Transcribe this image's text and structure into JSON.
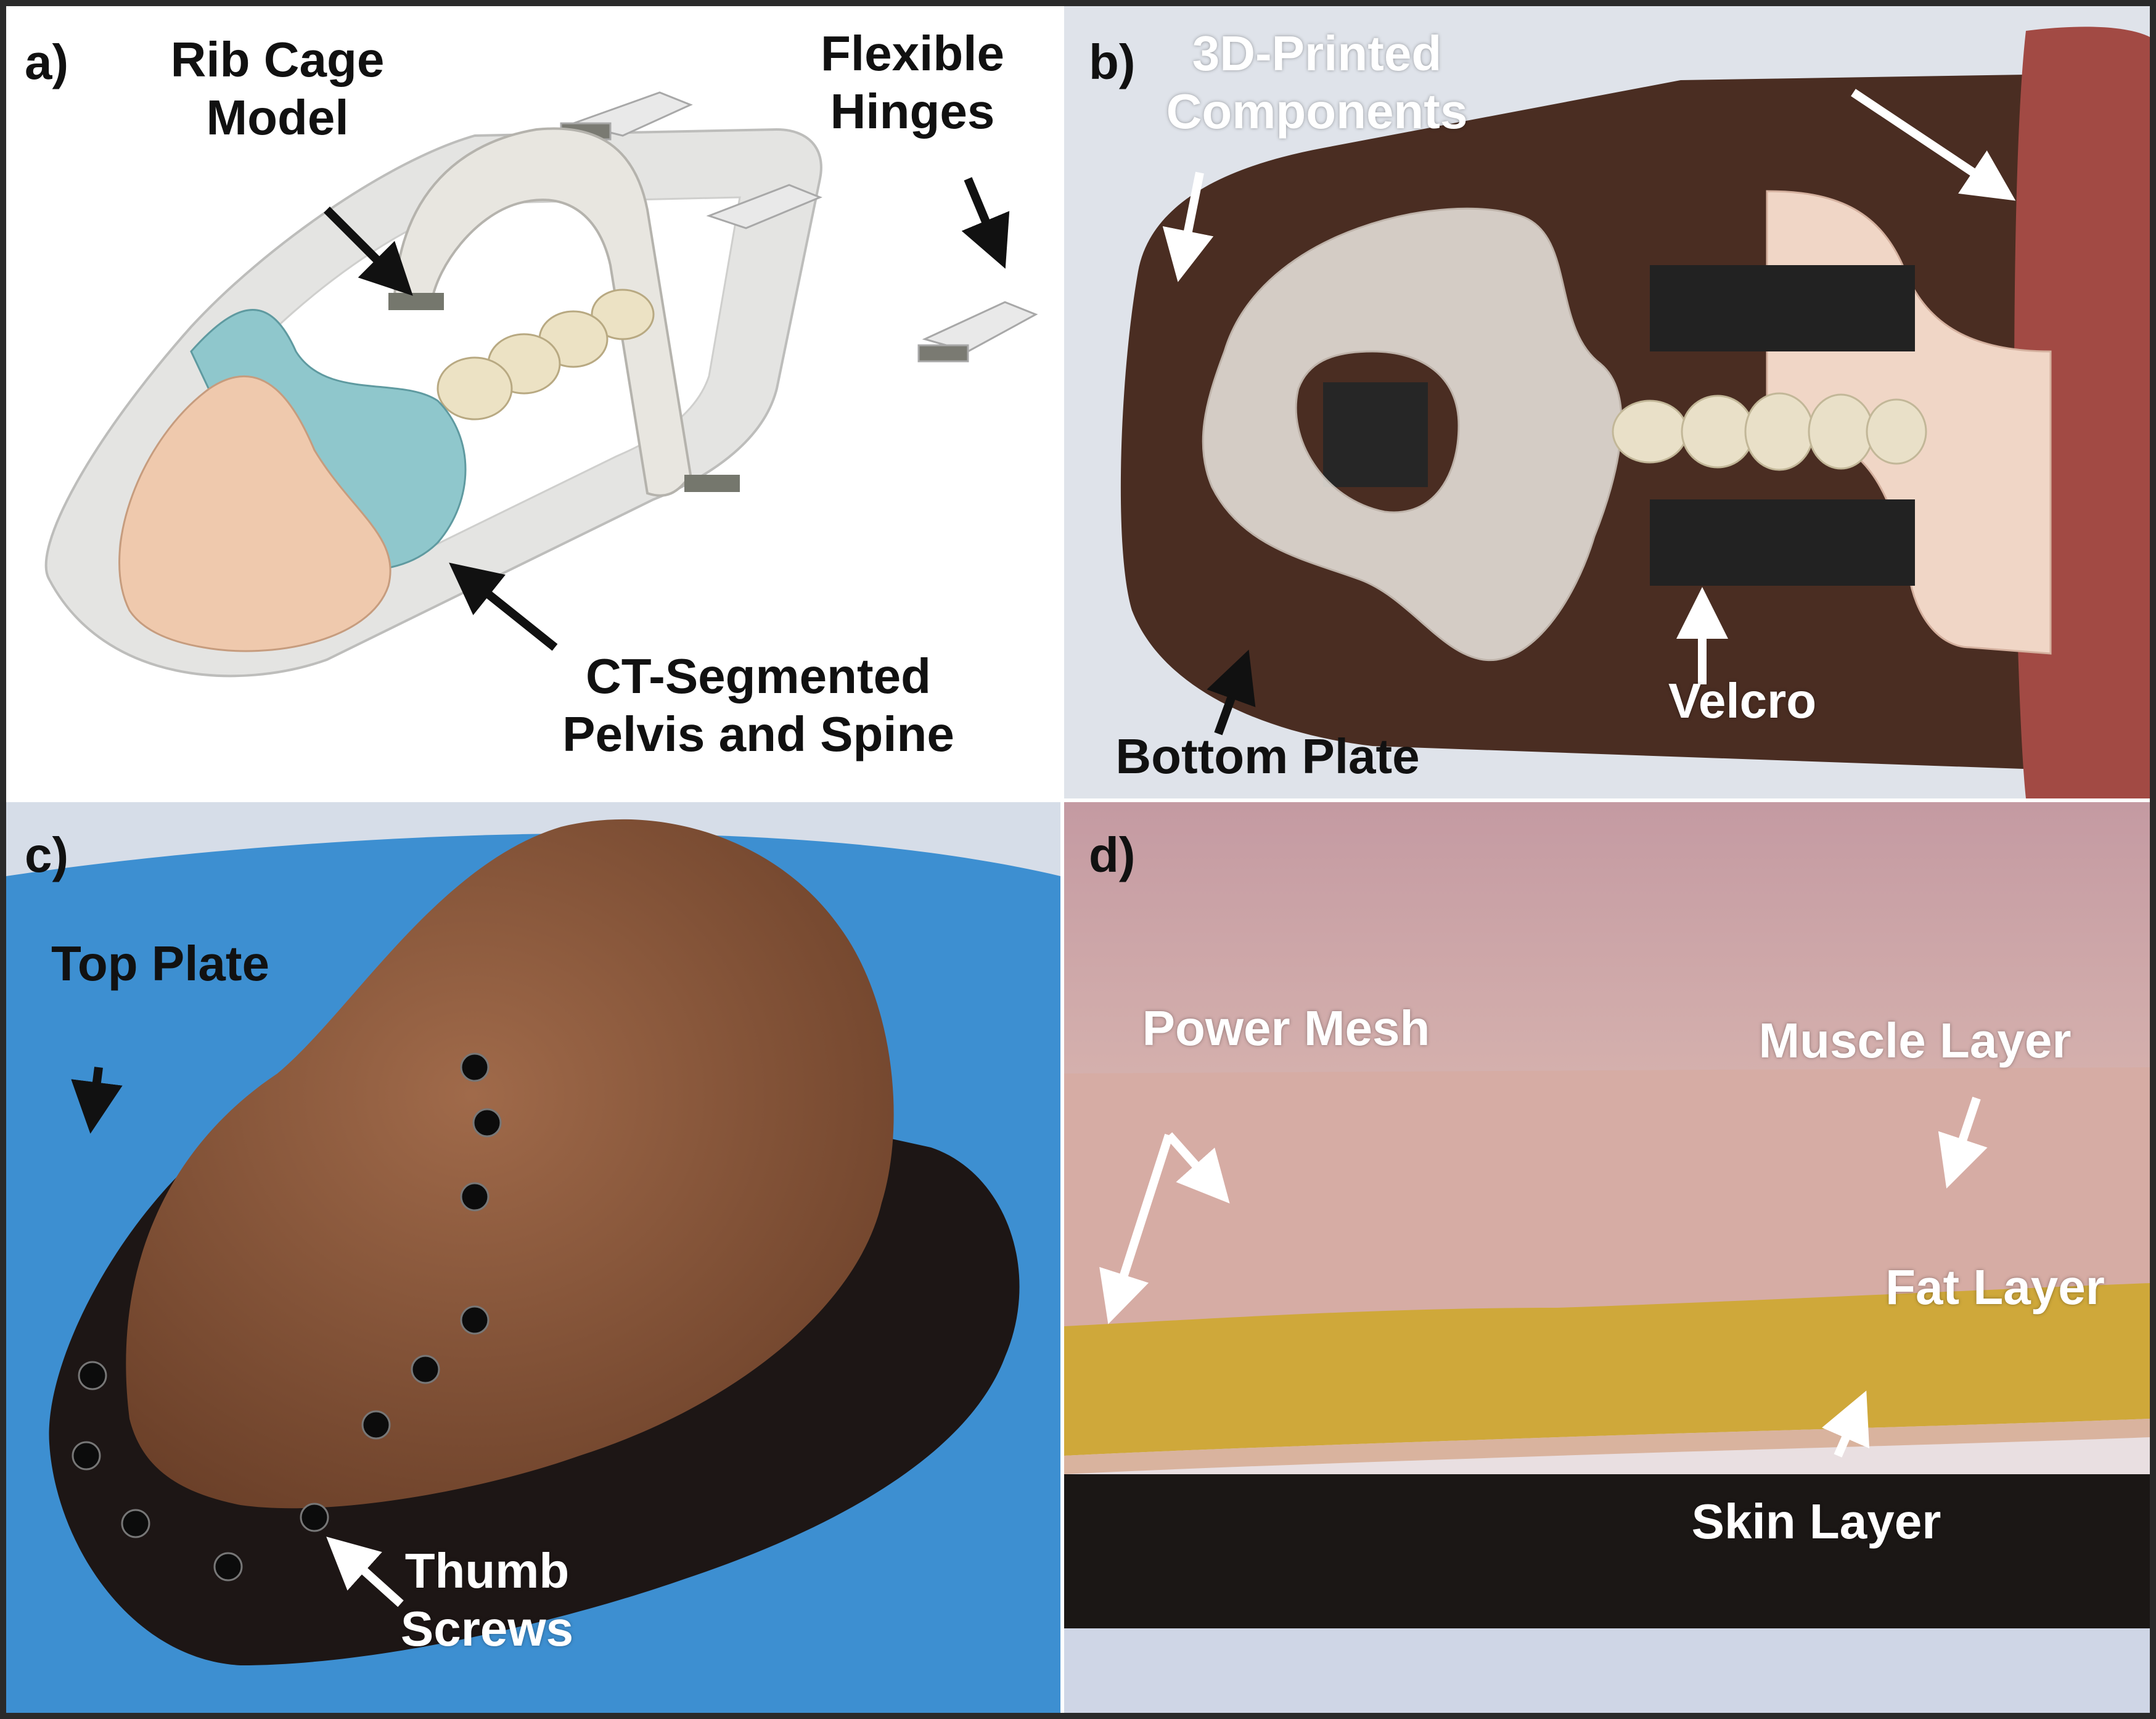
{
  "panels": {
    "a": {
      "letter": "a)",
      "labels": {
        "rib_cage_line1": "Rib Cage",
        "rib_cage_line2": "Model",
        "hinges_line1": "Flexible",
        "hinges_line2": "Hinges",
        "ct_line1": "CT-Segmented",
        "ct_line2": "Pelvis and Spine"
      }
    },
    "b": {
      "letter": "b)",
      "labels": {
        "printed_line1": "3D-Printed",
        "printed_line2": "Components",
        "bottom_plate": "Bottom Plate",
        "velcro": "Velcro"
      }
    },
    "c": {
      "letter": "c)",
      "labels": {
        "top_plate": "Top Plate",
        "thumb_line1": "Thumb",
        "thumb_line2": "Screws"
      }
    },
    "d": {
      "letter": "d)",
      "labels": {
        "power_mesh": "Power Mesh",
        "muscle_layer": "Muscle Layer",
        "fat_layer": "Fat Layer",
        "skin_layer": "Skin Layer"
      }
    }
  },
  "colors": {
    "pelvis": "#efc9ad",
    "sacrum_blue": "#8fc7cc",
    "vertebra": "#ece2c4",
    "frame_gray": "#dcdcda",
    "plate_brown": "#4a2d22",
    "skin_brown": "#7a4a30",
    "muscle_pink": "#cf9d9f",
    "fat_yellow": "#cfa83a",
    "drape_blue": "#3d8fd1"
  }
}
